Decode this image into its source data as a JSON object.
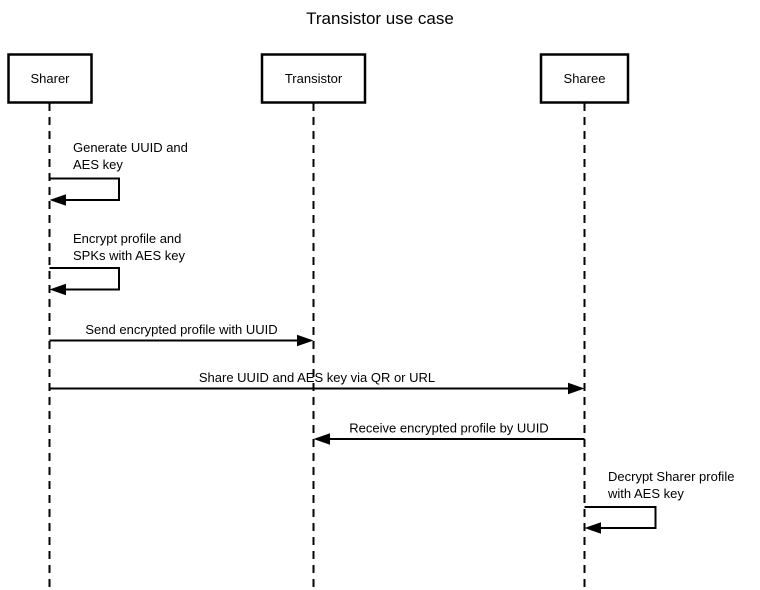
{
  "title": "Transistor use case",
  "actors": [
    {
      "name": "Sharer"
    },
    {
      "name": "Transistor"
    },
    {
      "name": "Sharee"
    }
  ],
  "messages": [
    {
      "type": "self",
      "actor": "Sharer",
      "lines": [
        "Generate UUID and",
        "AES key"
      ]
    },
    {
      "type": "self",
      "actor": "Sharer",
      "lines": [
        "Encrypt profile and",
        "SPKs with AES key"
      ]
    },
    {
      "type": "message",
      "from": "Sharer",
      "to": "Transistor",
      "label": "Send encrypted profile with UUID"
    },
    {
      "type": "message",
      "from": "Sharer",
      "to": "Sharee",
      "label": "Share UUID and AES key via QR or URL"
    },
    {
      "type": "message",
      "from": "Sharee",
      "to": "Transistor",
      "label": "Receive encrypted profile by UUID"
    },
    {
      "type": "self",
      "actor": "Sharee",
      "lines": [
        "Decrypt Sharer profile",
        "with AES key"
      ]
    }
  ],
  "colors": {
    "line": "#000000",
    "background": "#ffffff",
    "text": "#000000"
  }
}
